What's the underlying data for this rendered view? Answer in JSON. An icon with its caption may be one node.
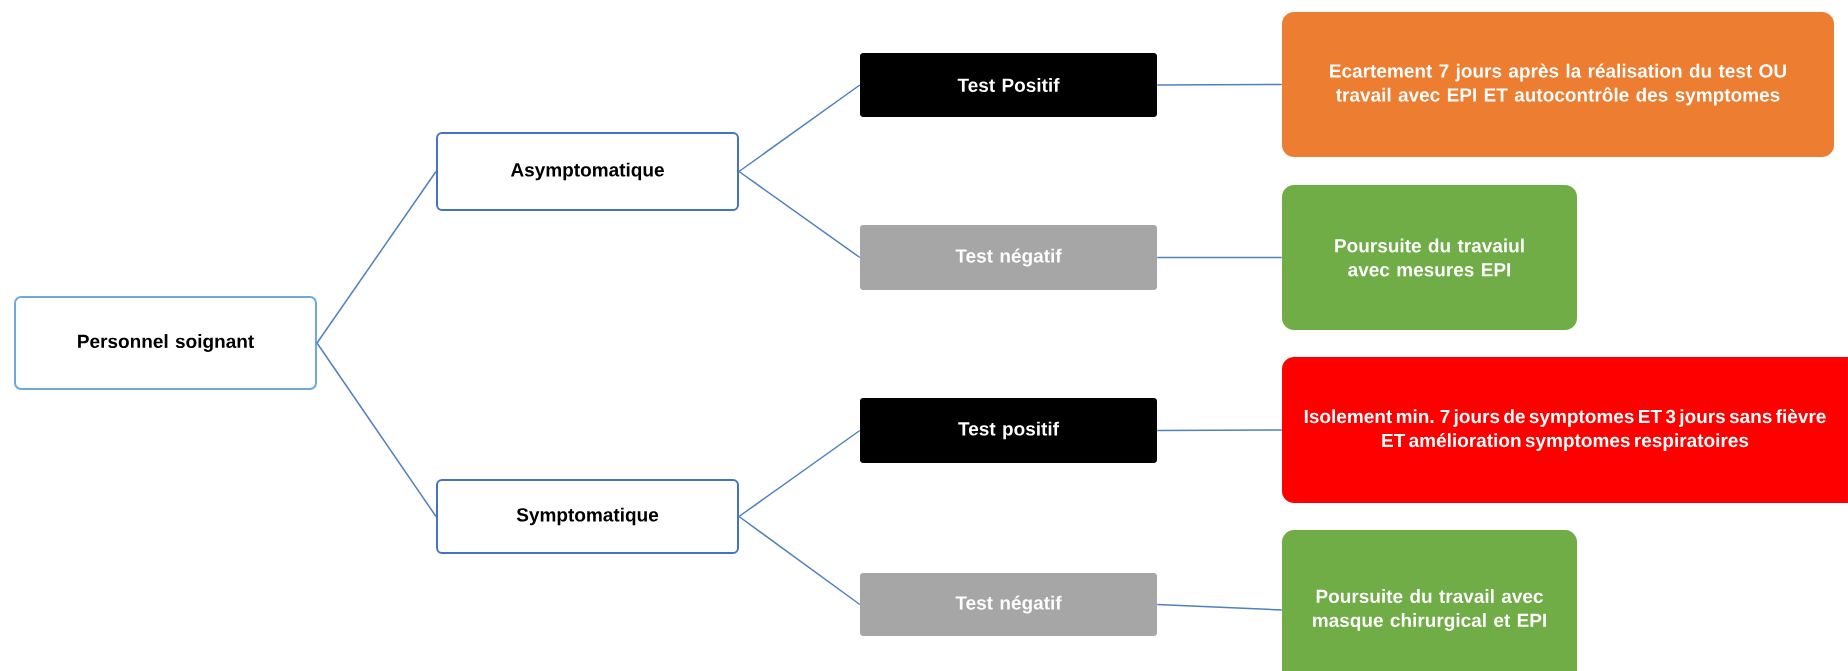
{
  "diagram": {
    "nodes": [
      {
        "text": [
          "Personnel soignant"
        ]
      },
      {
        "text": [
          "Asymptomatique"
        ]
      },
      {
        "text": [
          "Test Positif"
        ]
      },
      {
        "text": [
          "Ecartement 7 jours après la réalisation du test OU travail avec EPI  ET autocontrôle des symptomes"
        ]
      },
      {
        "text": [
          "Test négatif"
        ]
      },
      {
        "text": [
          "Poursuite du travaiul avec mesures EPI"
        ]
      },
      {
        "text": [
          "Symptomatique"
        ]
      },
      {
        "text": [
          "Test positif"
        ]
      },
      {
        "text": [
          "Isolement min. 7 jours de symptomes ET 3 jours sans fièvre ET amélioration symptomes respiratoires"
        ]
      },
      {
        "text": [
          "Test négatif"
        ]
      },
      {
        "text": [
          "Poursuite du travail avec masque chirurgical et EPI"
        ]
      }
    ],
    "edges": [
      {
        "from": 0,
        "to": 1,
        "arrow": "none"
      },
      {
        "from": 0,
        "to": 6,
        "arrow": "none"
      },
      {
        "from": 1,
        "to": 2,
        "arrow": "none"
      },
      {
        "from": 1,
        "to": 4,
        "arrow": "none"
      },
      {
        "from": 2,
        "to": 3,
        "arrow": "none"
      },
      {
        "from": 4,
        "to": 5,
        "arrow": "none"
      },
      {
        "from": 6,
        "to": 7,
        "arrow": "none"
      },
      {
        "from": 6,
        "to": 9,
        "arrow": "none"
      },
      {
        "from": 7,
        "to": 8,
        "arrow": "none"
      },
      {
        "from": 9,
        "to": 10,
        "arrow": "none"
      }
    ]
  }
}
